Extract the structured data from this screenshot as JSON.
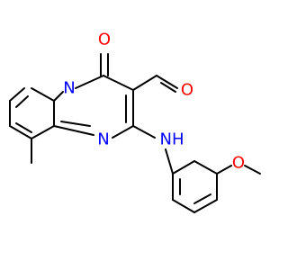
{
  "molecule": {
    "atoms": {
      "carbonyl_oxygen": "O",
      "ring_nitrogen_bridge": "N",
      "ring_nitrogen": "N",
      "aldehyde_oxygen": "O",
      "amine": "NH",
      "methoxy_oxygen": "O"
    }
  },
  "colors": {
    "oxygen": "#ff0000",
    "nitrogen": "#0000ff",
    "bond": "#000000"
  }
}
